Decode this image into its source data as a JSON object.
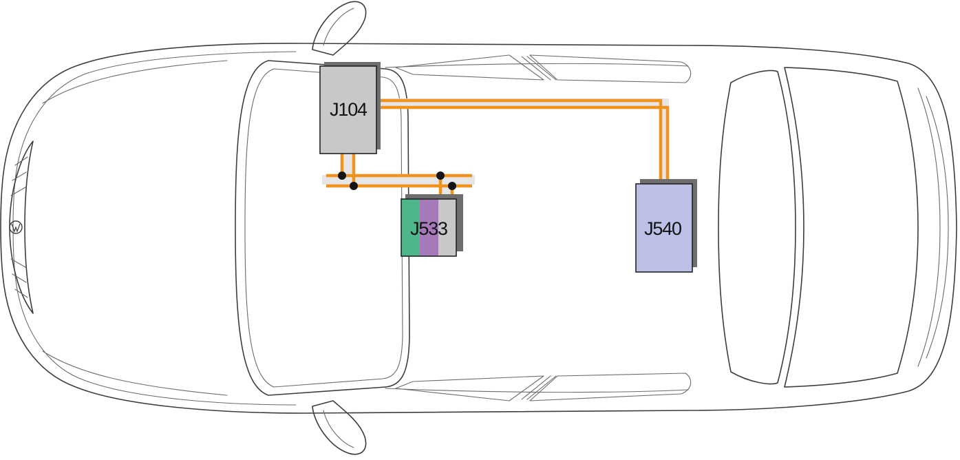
{
  "modules": {
    "j104": {
      "label": "J104",
      "color": "#c8c8ca"
    },
    "j533": {
      "label": "J533",
      "colors": [
        "#4fb58a",
        "#a47bb8",
        "#c8c8ca"
      ]
    },
    "j540": {
      "label": "J540",
      "color": "#bcc0e6"
    }
  },
  "colors": {
    "bus": "#f0921e",
    "module_shadow": "#6e6e6e",
    "node": "#141414",
    "car_outline": "#3c3c3c"
  }
}
